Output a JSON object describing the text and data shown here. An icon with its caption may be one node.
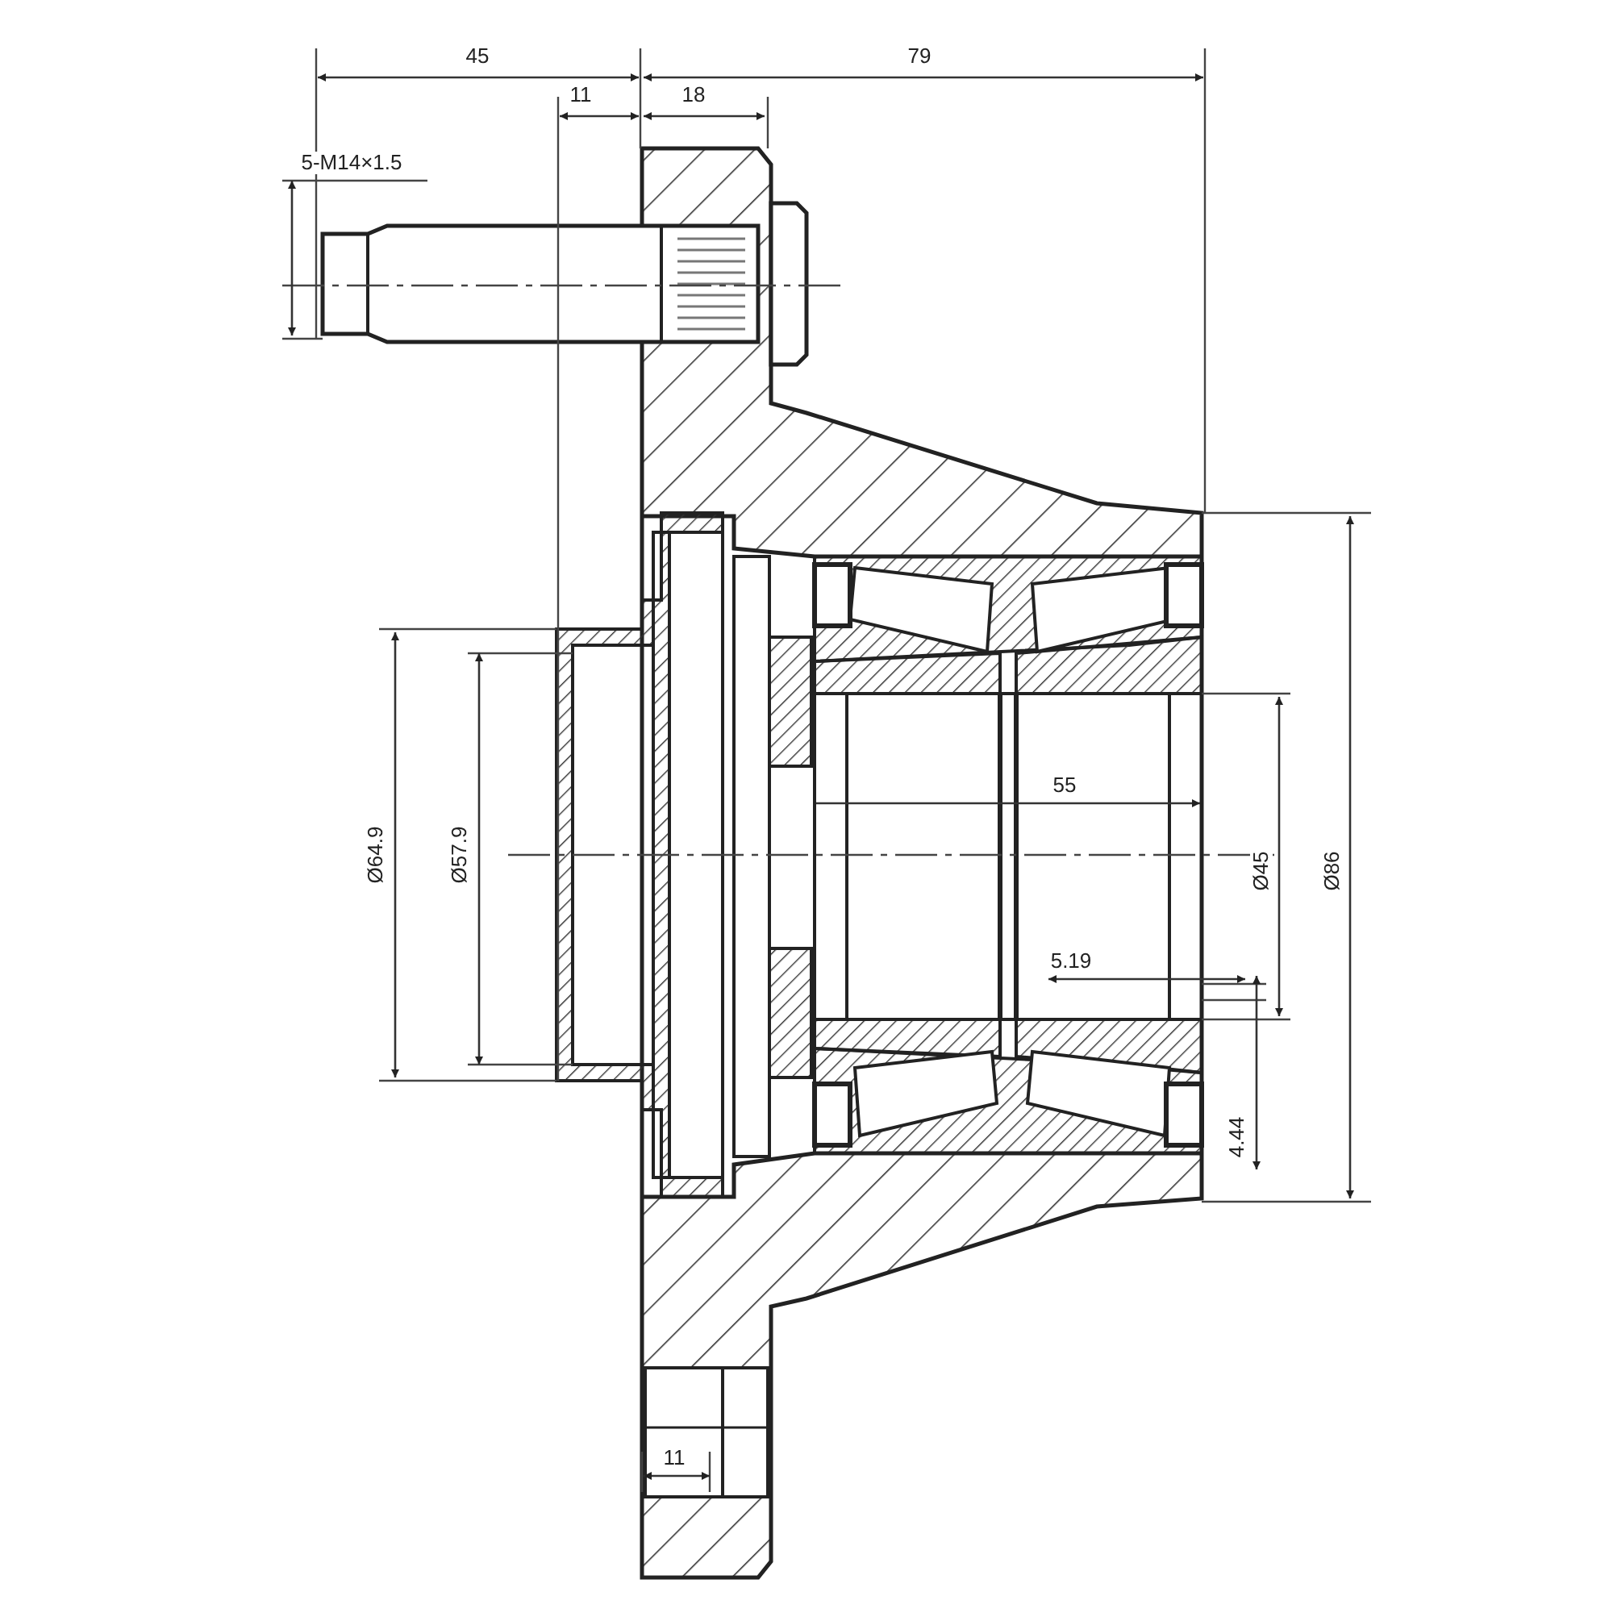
{
  "diagram": {
    "labels": [
      "45",
      "79",
      "11",
      "18",
      "5-M14×1.5",
      "Ø64.9",
      "Ø57.9",
      "55",
      "Ø45",
      "Ø86",
      "5.19",
      "4.44",
      "11"
    ]
  }
}
